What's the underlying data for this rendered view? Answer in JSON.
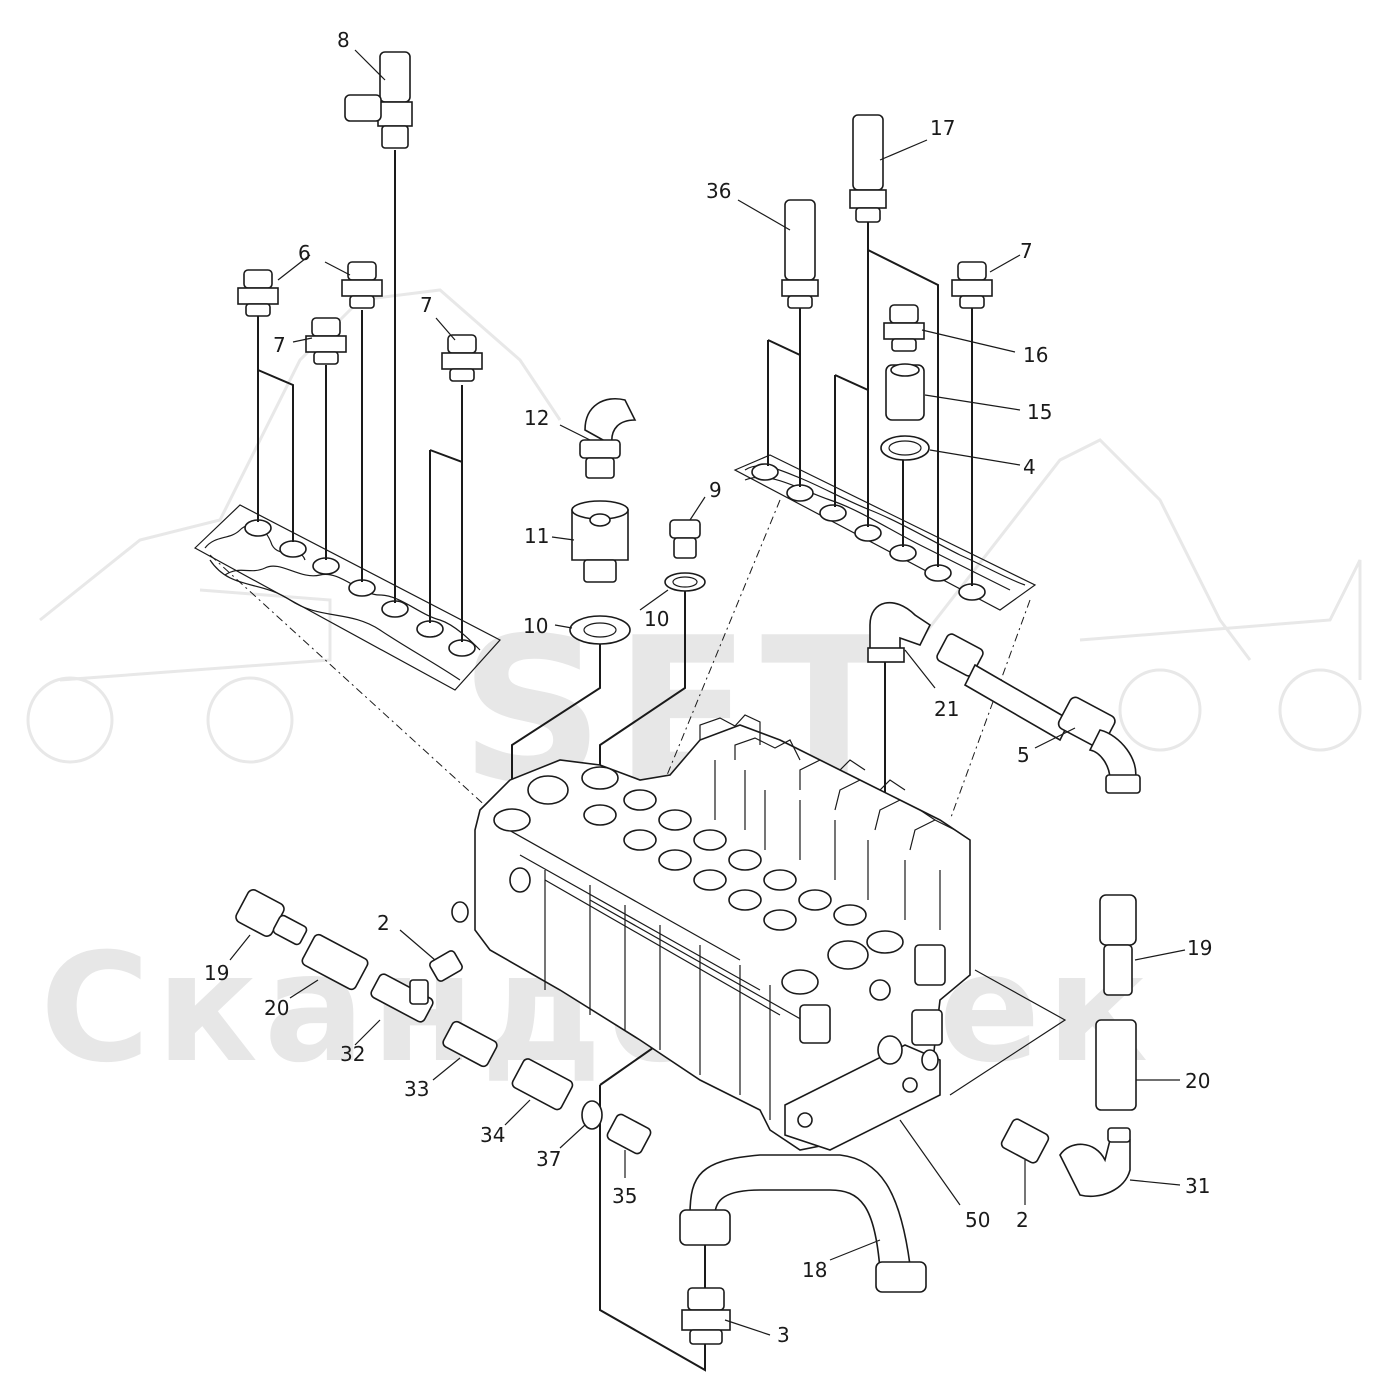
{
  "watermark": {
    "top": "SET",
    "bottom": "СкандорТек"
  },
  "labels": [
    {
      "id": "l8",
      "text": "8"
    },
    {
      "id": "l17",
      "text": "17"
    },
    {
      "id": "l36",
      "text": "36"
    },
    {
      "id": "l6",
      "text": "6"
    },
    {
      "id": "l7a",
      "text": "7"
    },
    {
      "id": "l7b",
      "text": "7"
    },
    {
      "id": "l7c",
      "text": "7"
    },
    {
      "id": "l16",
      "text": "16"
    },
    {
      "id": "l15",
      "text": "15"
    },
    {
      "id": "l4",
      "text": "4"
    },
    {
      "id": "l12",
      "text": "12"
    },
    {
      "id": "l9",
      "text": "9"
    },
    {
      "id": "l11",
      "text": "11"
    },
    {
      "id": "l10a",
      "text": "10"
    },
    {
      "id": "l10b",
      "text": "10"
    },
    {
      "id": "l21",
      "text": "21"
    },
    {
      "id": "l5",
      "text": "5"
    },
    {
      "id": "l2a",
      "text": "2"
    },
    {
      "id": "l19a",
      "text": "19"
    },
    {
      "id": "l20a",
      "text": "20"
    },
    {
      "id": "l32",
      "text": "32"
    },
    {
      "id": "l33",
      "text": "33"
    },
    {
      "id": "l34",
      "text": "34"
    },
    {
      "id": "l37",
      "text": "37"
    },
    {
      "id": "l35",
      "text": "35"
    },
    {
      "id": "l19b",
      "text": "19"
    },
    {
      "id": "l20b",
      "text": "20"
    },
    {
      "id": "l31",
      "text": "31"
    },
    {
      "id": "l2b",
      "text": "2"
    },
    {
      "id": "l50",
      "text": "50"
    },
    {
      "id": "l18",
      "text": "18"
    },
    {
      "id": "l3",
      "text": "3"
    }
  ]
}
